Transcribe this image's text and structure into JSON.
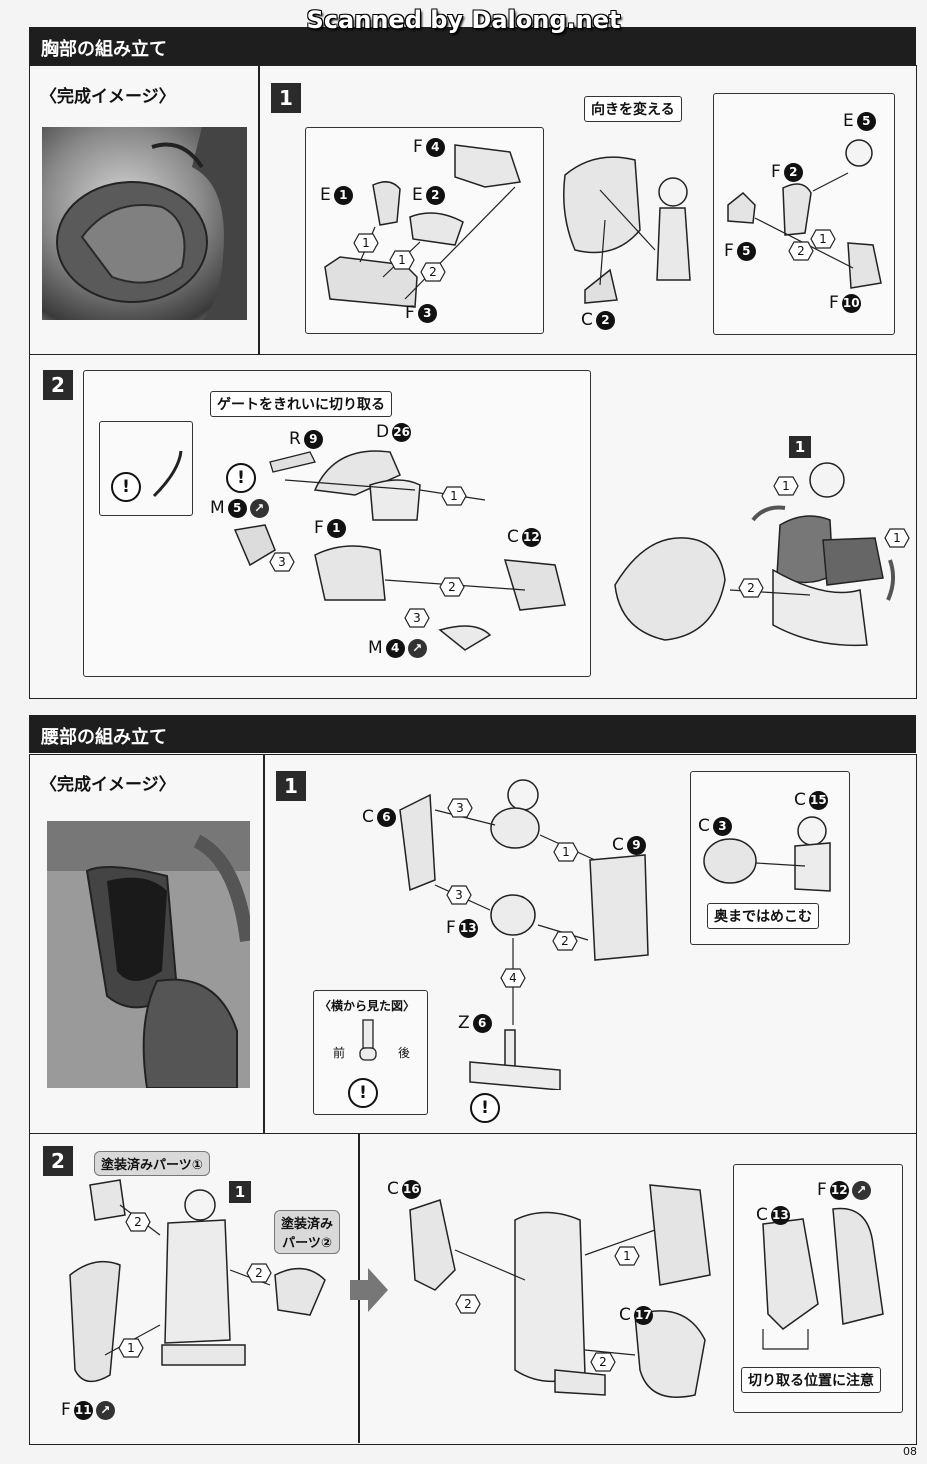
{
  "watermark": "Scanned by Dalong.net",
  "chest": {
    "title": "胸部の組み立て",
    "image_label": "〈完成イメージ〉",
    "step1": {
      "step": "1",
      "callout": "向きを変える",
      "parts": [
        {
          "letter": "F",
          "num": "4"
        },
        {
          "letter": "E",
          "num": "1"
        },
        {
          "letter": "E",
          "num": "2"
        },
        {
          "letter": "F",
          "num": "3"
        },
        {
          "letter": "C",
          "num": "2"
        },
        {
          "letter": "E",
          "num": "5"
        },
        {
          "letter": "F",
          "num": "2"
        },
        {
          "letter": "F",
          "num": "5"
        },
        {
          "letter": "F",
          "num": "10"
        }
      ],
      "order": [
        "1",
        "1",
        "2",
        "1",
        "2"
      ]
    },
    "step2": {
      "step": "2",
      "callout": "ゲートをきれいに切り取る",
      "warn": "!",
      "parts": [
        {
          "letter": "R",
          "num": "9"
        },
        {
          "letter": "D",
          "num": "26"
        },
        {
          "letter": "M",
          "num": "5"
        },
        {
          "letter": "F",
          "num": "1"
        },
        {
          "letter": "C",
          "num": "12"
        },
        {
          "letter": "M",
          "num": "4"
        }
      ],
      "order": [
        "1",
        "2",
        "3",
        "3",
        "2",
        "1",
        "1"
      ],
      "ref_step": "1"
    }
  },
  "waist": {
    "title": "腰部の組み立て",
    "image_label": "〈完成イメージ〉",
    "step1": {
      "step": "1",
      "callout": "奥まではめこむ",
      "side_view": {
        "title": "〈横から見た図〉",
        "front": "前",
        "back": "後"
      },
      "parts": [
        {
          "letter": "C",
          "num": "6"
        },
        {
          "letter": "C",
          "num": "9"
        },
        {
          "letter": "C",
          "num": "15"
        },
        {
          "letter": "C",
          "num": "3"
        },
        {
          "letter": "F",
          "num": "13"
        },
        {
          "letter": "Z",
          "num": "6"
        }
      ],
      "order": [
        "3",
        "1",
        "3",
        "2",
        "4"
      ]
    },
    "step2": {
      "step": "2",
      "painted1": "塗装済みパーツ①",
      "painted2": "塗装済み\nパーツ②",
      "callout": "切り取る位置に注意",
      "ref_step": "1",
      "parts": [
        {
          "letter": "F",
          "num": "11"
        },
        {
          "letter": "C",
          "num": "16"
        },
        {
          "letter": "C",
          "num": "17"
        },
        {
          "letter": "C",
          "num": "13"
        },
        {
          "letter": "F",
          "num": "12"
        }
      ],
      "order": [
        "2",
        "2",
        "1",
        "2",
        "1",
        "2"
      ]
    }
  },
  "page_number": "08"
}
